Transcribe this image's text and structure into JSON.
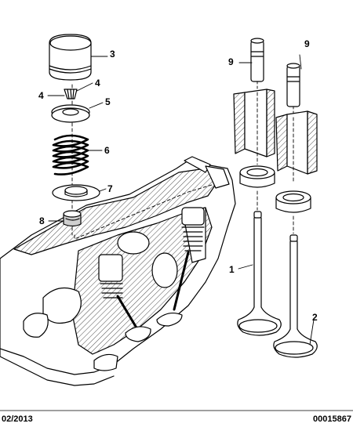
{
  "callouts": {
    "c3": "3",
    "c4_right": "4",
    "c4_left": "4",
    "c5": "5",
    "c6": "6",
    "c7": "7",
    "c8": "8",
    "c9_left": "9",
    "c9_right": "9",
    "c1": "1",
    "c2": "2"
  },
  "footer": {
    "date": "02/2013",
    "reference": "00015867"
  },
  "colors": {
    "line": "#000000",
    "shade": "#cfcfcf",
    "background": "#ffffff"
  }
}
